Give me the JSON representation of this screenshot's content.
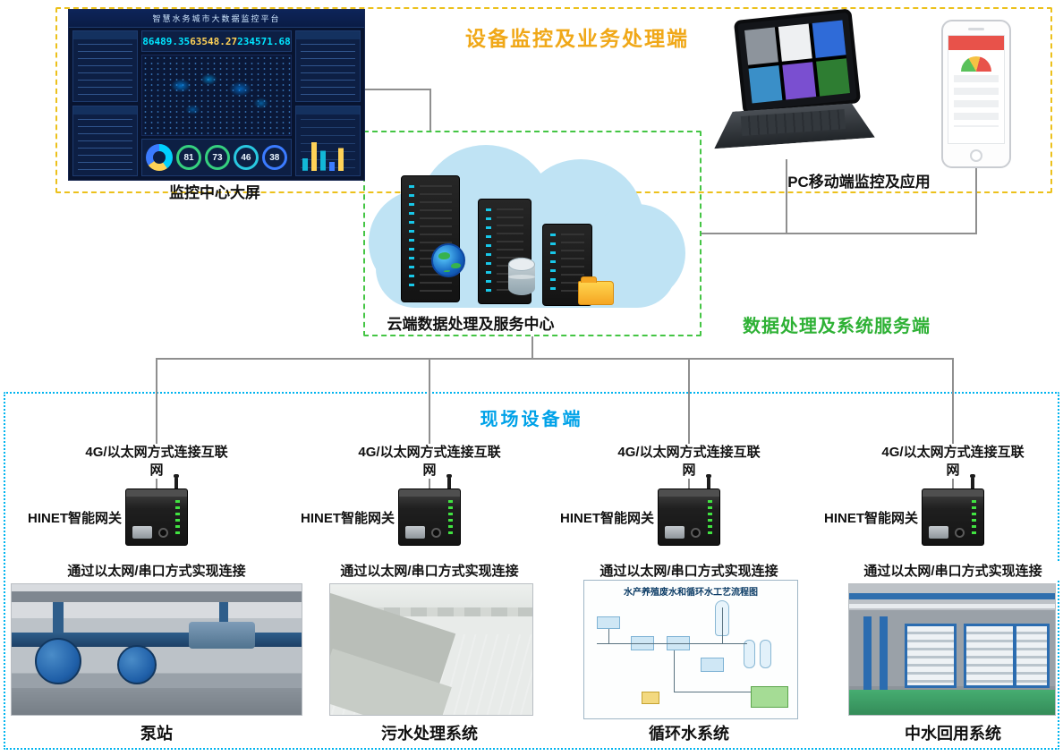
{
  "zones": {
    "monitoring": {
      "title": "设备监控及业务处理端",
      "dashboard_caption": "监控中心大屏",
      "devices_caption": "PC移动端监控及应用"
    },
    "cloud": {
      "caption": "云端数据处理及服务中心",
      "side_label": "数据处理及系统服务端"
    },
    "field": {
      "title": "现场设备端",
      "columns": [
        {
          "internet_label": "4G/以太网方式连接互联网",
          "gateway_label": "HINET智能网关",
          "connection_label": "通过以太网/串口方式实现连接",
          "system_label": "泵站"
        },
        {
          "internet_label": "4G/以太网方式连接互联网",
          "gateway_label": "HINET智能网关",
          "connection_label": "通过以太网/串口方式实现连接",
          "system_label": "污水处理系统"
        },
        {
          "internet_label": "4G/以太网方式连接互联网",
          "gateway_label": "HINET智能网关",
          "connection_label": "通过以太网/串口方式实现连接",
          "system_label": "循环水系统"
        },
        {
          "internet_label": "4G/以太网方式连接互联网",
          "gateway_label": "HINET智能网关",
          "connection_label": "通过以太网/串口方式实现连接",
          "system_label": "中水回用系统"
        }
      ]
    }
  },
  "dashboard": {
    "title": "智慧水务城市大数据监控平台",
    "stats": [
      {
        "value": "86489.35"
      },
      {
        "value": "63548.27"
      },
      {
        "value": "234571.68"
      }
    ],
    "gauges": [
      {
        "value": "81"
      },
      {
        "value": "73"
      },
      {
        "value": "46"
      },
      {
        "value": "38"
      }
    ]
  },
  "flow_diagram": {
    "title": "水产养殖废水和循环水工艺流程图"
  },
  "colors": {
    "zone_monitoring_border": "#ecc11c",
    "zone_cloud_border": "#44c544",
    "zone_field_border": "#00b4ef",
    "title_monitoring": "#f0a818",
    "title_cloud": "#2eb135",
    "title_field": "#00a2e8"
  }
}
